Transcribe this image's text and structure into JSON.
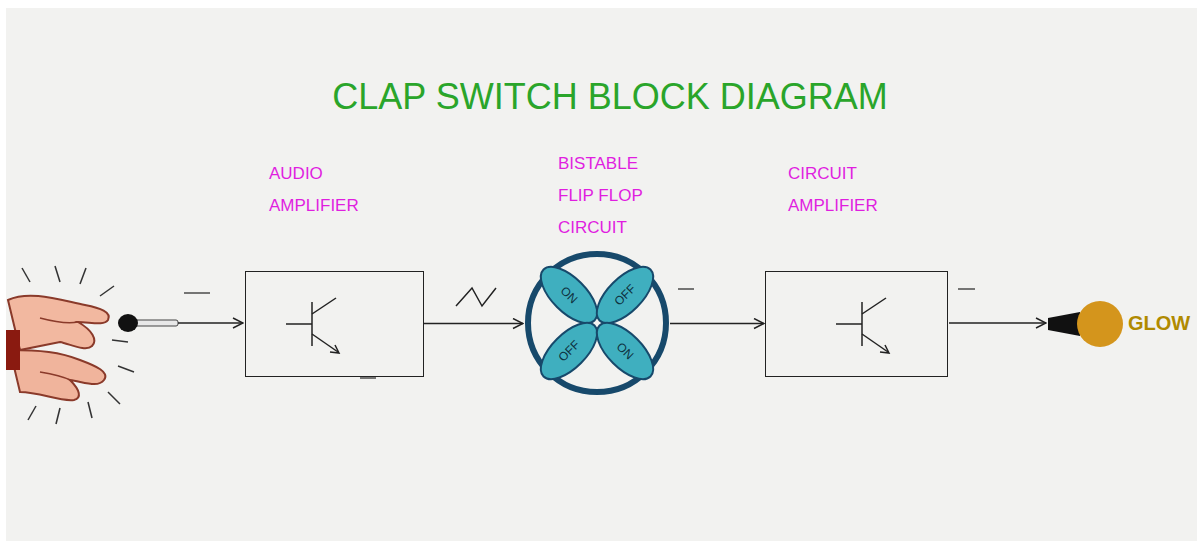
{
  "diagram": {
    "title": "CLAP SWITCH BLOCK DIAGRAM",
    "nodes": [
      {
        "text": [
          "AUDIO AMPLIFIER"
        ]
      },
      {
        "text": [
          "BISTABLE FLIP FLOP CIRCUIT",
          "ON",
          "OFF",
          "OFF",
          "ON"
        ]
      },
      {
        "text": [
          "CIRCUIT AMPLIFIER"
        ]
      }
    ],
    "edges": [
      {
        "from": 0,
        "to": 1,
        "arrow": "to"
      },
      {
        "from": 1,
        "to": 2,
        "arrow": "to"
      }
    ],
    "labels": [
      "GLOW"
    ]
  }
}
